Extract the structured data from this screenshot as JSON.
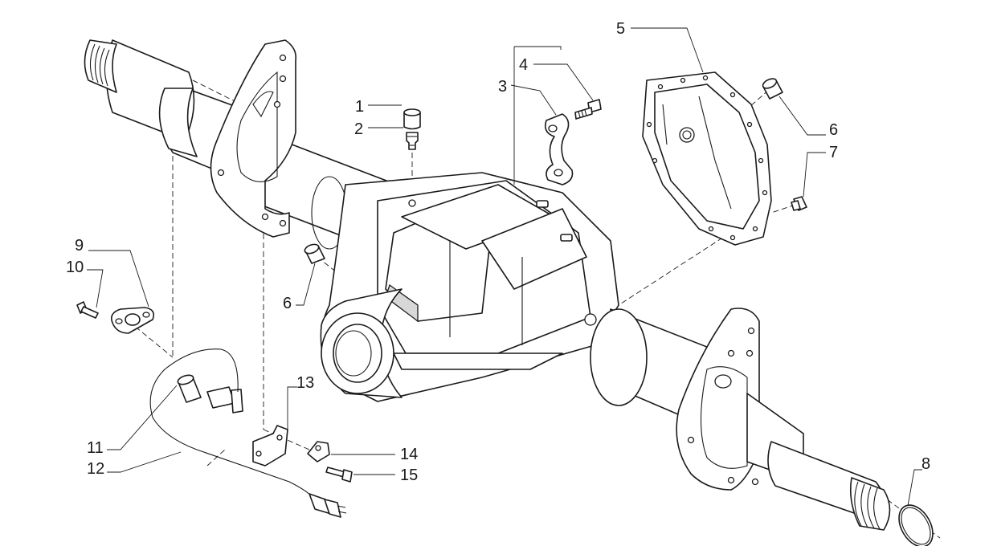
{
  "callouts": [
    {
      "id": "label-1",
      "text": "1"
    },
    {
      "id": "label-2",
      "text": "2"
    },
    {
      "id": "label-3",
      "text": "3"
    },
    {
      "id": "label-4",
      "text": "4"
    },
    {
      "id": "label-5",
      "text": "5"
    },
    {
      "id": "label-6a",
      "text": "6"
    },
    {
      "id": "label-6b",
      "text": "6"
    },
    {
      "id": "label-7",
      "text": "7"
    },
    {
      "id": "label-8",
      "text": "8"
    },
    {
      "id": "label-9",
      "text": "9"
    },
    {
      "id": "label-10",
      "text": "10"
    },
    {
      "id": "label-11",
      "text": "11"
    },
    {
      "id": "label-12",
      "text": "12"
    },
    {
      "id": "label-13",
      "text": "13"
    },
    {
      "id": "label-14",
      "text": "14"
    },
    {
      "id": "label-15",
      "text": "15"
    }
  ],
  "colors": {
    "ink": "#1a1a1a",
    "background": "#ffffff"
  }
}
